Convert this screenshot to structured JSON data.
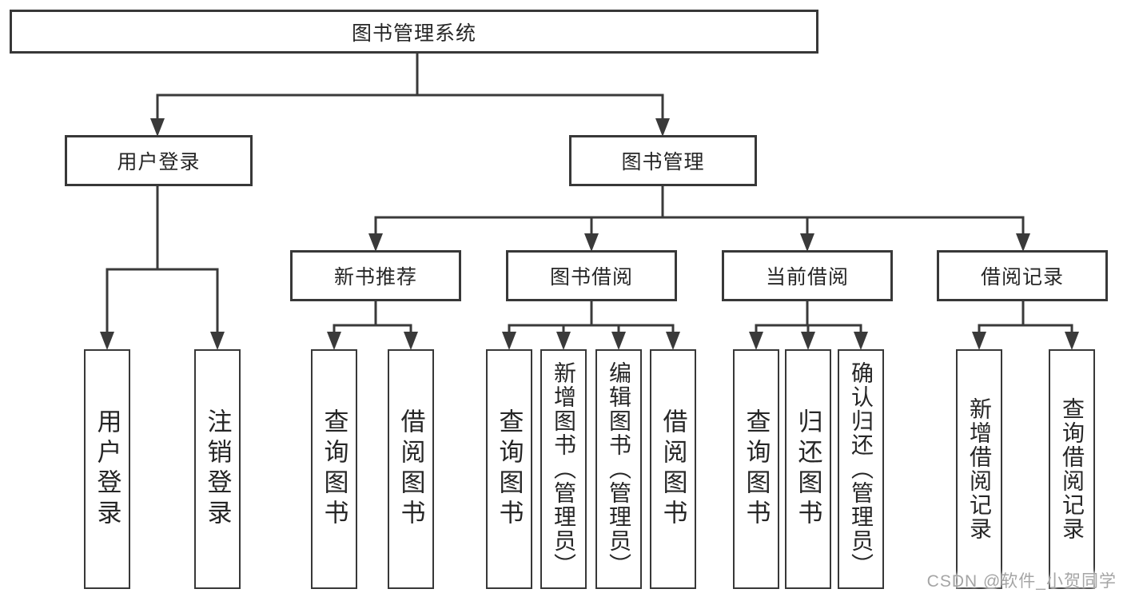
{
  "diagram": {
    "title": "图书管理系统",
    "level2": [
      "用户登录",
      "图书管理"
    ],
    "level3": [
      "新书推荐",
      "图书借阅",
      "当前借阅",
      "借阅记录"
    ],
    "leaves": {
      "user_login": [
        "用户登录",
        "注销登录"
      ],
      "new_books": [
        "查询图书",
        "借阅图书"
      ],
      "book_borrow": [
        "查询图书",
        "新增图书（管理员）",
        "编辑图书（管理员）",
        "借阅图书"
      ],
      "current_borrow": [
        "查询图书",
        "归还图书",
        "确认归还（管理员）"
      ],
      "borrow_records": [
        "新增借阅记录",
        "查询借阅记录"
      ]
    },
    "watermark": "CSDN @软件_小贺同学",
    "colors": {
      "line": "#3a3a3a",
      "box_border": "#383838",
      "text": "#262626",
      "watermark_text": "#a5a5a5",
      "background": "#ffffff"
    }
  }
}
